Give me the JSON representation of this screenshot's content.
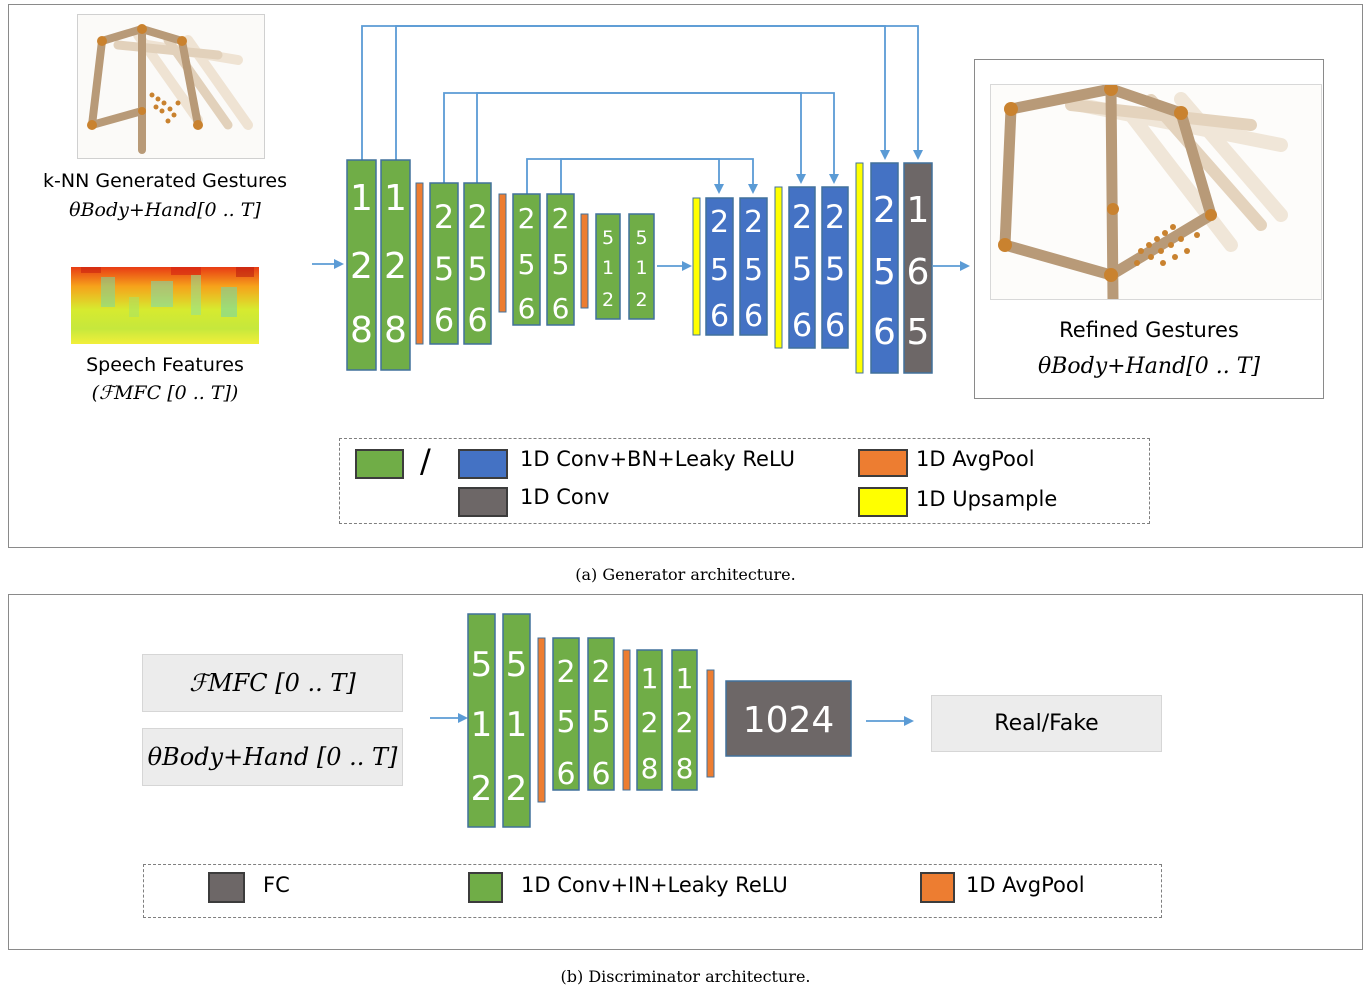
{
  "colors": {
    "green": "#70ad47",
    "blue": "#4472c4",
    "gray": "#6d6767",
    "orange": "#ed7d31",
    "yellow": "#ffff00",
    "arrow": "#5b9bd5"
  },
  "generator": {
    "caption": "(a) Generator architecture.",
    "input_gesture_label": "k-NN Generated Gestures",
    "input_gesture_symbol": "θBody+Hand[0 .. T]",
    "speech_label": "Speech Features",
    "speech_symbol": "(ℱMFC [0 .. T])",
    "output_label": "Refined Gestures",
    "output_symbol": "θBody+Hand[0 .. T]",
    "encoder_blocks": [
      "128",
      "128",
      "256",
      "256",
      "256",
      "256",
      "512",
      "512"
    ],
    "decoder_blocks": [
      "256",
      "256",
      "256",
      "256",
      "256",
      "165"
    ],
    "legend": {
      "slash": "/",
      "conv_bn": "1D Conv+BN+Leaky ReLU",
      "conv": "1D Conv",
      "avgpool": "1D AvgPool",
      "upsample": "1D Upsample"
    }
  },
  "discriminator": {
    "caption": "(b) Discriminator architecture.",
    "input_speech": "ℱMFC [0 .. T]",
    "input_gesture": "θBody+Hand [0 .. T]",
    "blocks": [
      "512",
      "512",
      "256",
      "256",
      "128",
      "128"
    ],
    "fc_label": "1024",
    "output_label": "Real/Fake",
    "legend": {
      "fc": "FC",
      "conv_in": "1D Conv+IN+Leaky ReLU",
      "avgpool": "1D AvgPool"
    }
  }
}
